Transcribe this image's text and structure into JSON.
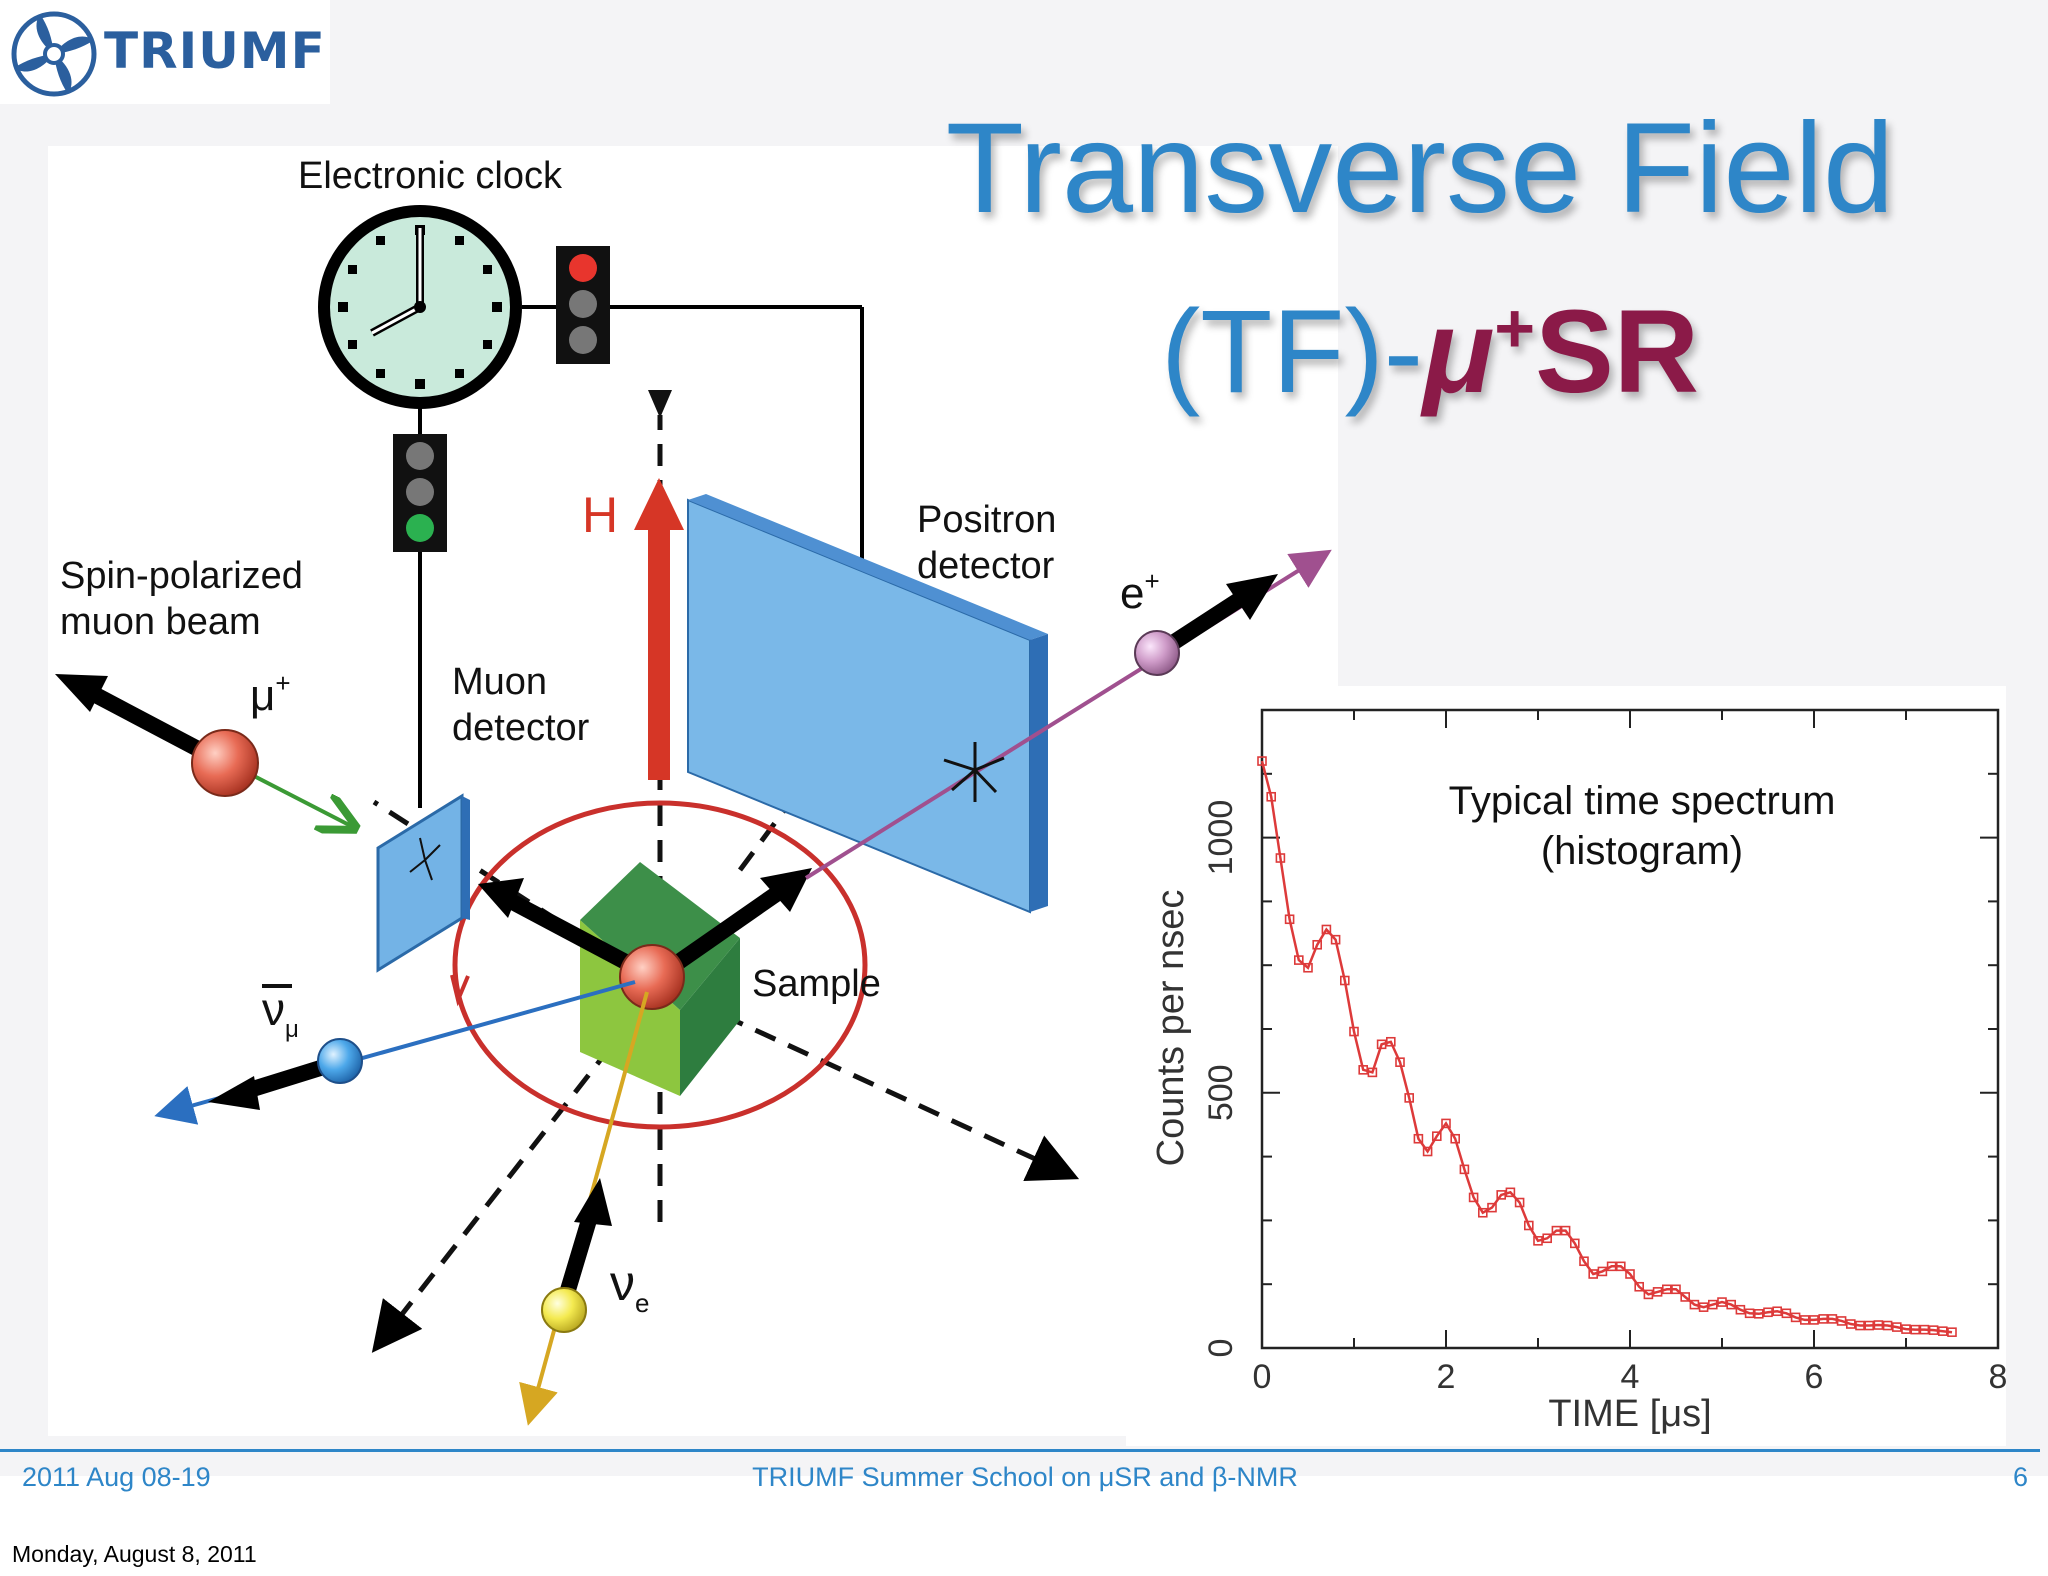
{
  "logo": {
    "text": "TRIUMF"
  },
  "title": {
    "line1": "Transverse Field",
    "line2_prefix": "(TF)-",
    "line2_mu": "μ",
    "line2_plus": "+",
    "line2_sr": "SR"
  },
  "diagram": {
    "clock_label": "Electronic clock",
    "beam_label": [
      "Spin-polarized",
      "muon beam"
    ],
    "muon_symbol": "μ",
    "muon_sup": "+",
    "muon_detector_label": [
      "Muon",
      "detector"
    ],
    "field_label": "H",
    "positron_detector_label": [
      "Positron",
      "detector"
    ],
    "positron_symbol": "e",
    "positron_sup": "+",
    "sample_label": "Sample",
    "antineutrino_symbol": "ν",
    "antineutrino_sub": "μ",
    "neutrino_symbol": "ν",
    "neutrino_sub": "e"
  },
  "chart_note": [
    "Typical time spectrum",
    "(histogram)"
  ],
  "chart_data": {
    "type": "scatter",
    "xlabel": "TIME [μs]",
    "ylabel": "Counts per nsec",
    "xlim": [
      0,
      8
    ],
    "ylim": [
      0,
      1250
    ],
    "x_ticks": [
      "0",
      "2",
      "4",
      "6",
      "8"
    ],
    "y_ticks": [
      "0",
      "500",
      "1000"
    ],
    "series": [
      {
        "color": "#dd3a3a",
        "x": [
          0.0,
          0.1,
          0.2,
          0.3,
          0.4,
          0.5,
          0.6,
          0.7,
          0.8,
          0.9,
          1.0,
          1.1,
          1.2,
          1.3,
          1.4,
          1.5,
          1.6,
          1.7,
          1.8,
          1.9,
          2.0,
          2.1,
          2.2,
          2.3,
          2.4,
          2.5,
          2.6,
          2.7,
          2.8,
          2.9,
          3.0,
          3.1,
          3.2,
          3.3,
          3.4,
          3.5,
          3.6,
          3.7,
          3.8,
          3.9,
          4.0,
          4.1,
          4.2,
          4.3,
          4.4,
          4.5,
          4.6,
          4.7,
          4.8,
          4.9,
          5.0,
          5.1,
          5.2,
          5.3,
          5.4,
          5.5,
          5.6,
          5.7,
          5.8,
          5.9,
          6.0,
          6.1,
          6.2,
          6.3,
          6.4,
          6.5,
          6.6,
          6.7,
          6.8,
          6.9,
          7.0,
          7.1,
          7.2,
          7.3,
          7.4,
          7.5
        ],
        "y": [
          1150,
          1080,
          960,
          840,
          760,
          745,
          790,
          820,
          800,
          720,
          620,
          545,
          540,
          595,
          600,
          560,
          490,
          410,
          385,
          415,
          440,
          410,
          350,
          295,
          265,
          275,
          300,
          305,
          285,
          240,
          210,
          215,
          230,
          230,
          205,
          170,
          145,
          150,
          160,
          160,
          145,
          120,
          105,
          110,
          115,
          115,
          100,
          85,
          80,
          85,
          90,
          85,
          75,
          68,
          67,
          70,
          72,
          68,
          60,
          55,
          55,
          57,
          57,
          53,
          47,
          44,
          44,
          45,
          44,
          41,
          37,
          36,
          36,
          35,
          33,
          31
        ]
      }
    ]
  },
  "footer": {
    "left": "2011 Aug 08-19",
    "center": "TRIUMF Summer School on μSR and β-NMR",
    "right": "6"
  },
  "date_label": "Monday, August 8, 2011"
}
